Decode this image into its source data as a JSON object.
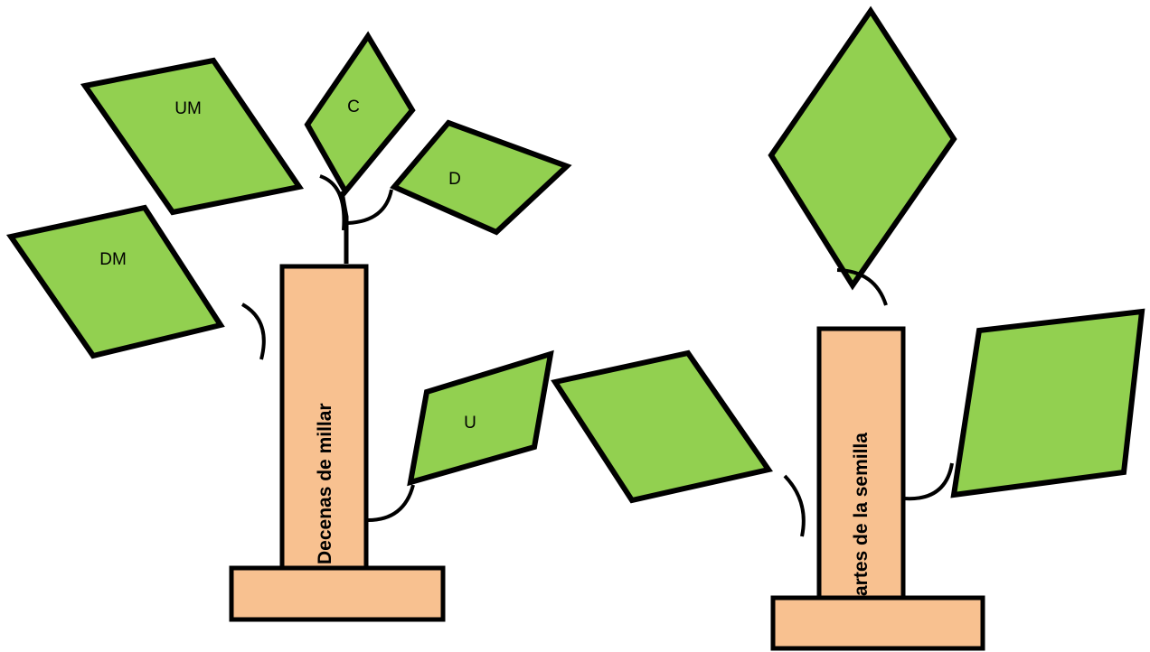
{
  "colors": {
    "leaf": "#92d050",
    "pot": "#f8c190",
    "outline": "#000000"
  },
  "plant_left": {
    "trunk_label": "Decenas de millar",
    "leaves": {
      "um": "UM",
      "c": "C",
      "d": "D",
      "dm": "DM",
      "u": "U"
    }
  },
  "plant_right": {
    "trunk_label": "Partes de la semilla"
  }
}
